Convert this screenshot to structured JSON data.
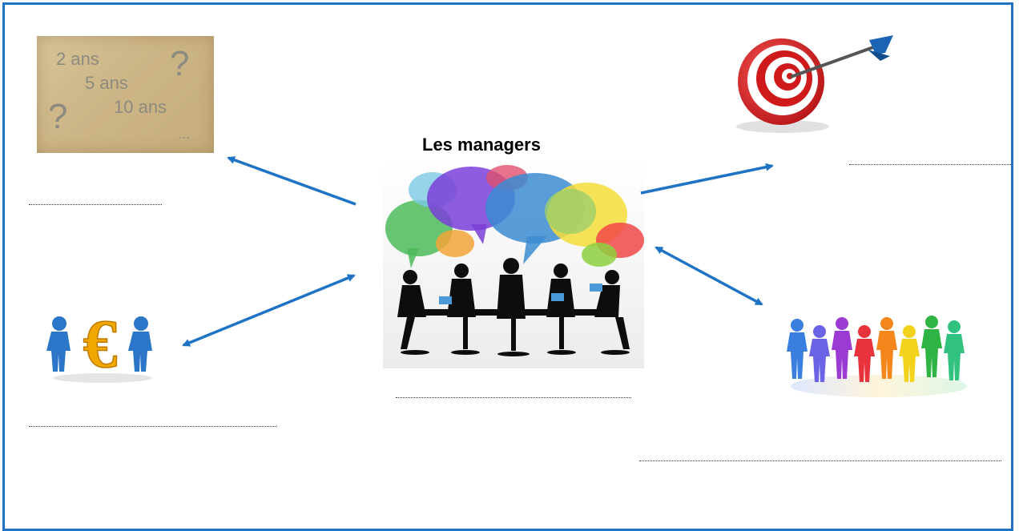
{
  "title": "Les managers",
  "paper": {
    "line1": "2 ans",
    "line2": "5 ans",
    "line3": "10 ans",
    "q1": "?",
    "q2": "?",
    "ellipsis": "..."
  },
  "colors": {
    "border": "#1f73c4",
    "arrow": "#1f73c4"
  },
  "icons": {
    "time_card": "time-horizon-card",
    "target": "target-dart-icon",
    "euro": "euro-people-icon",
    "meeting": "meeting-speech-bubbles-image",
    "team": "colorful-team-icon"
  }
}
